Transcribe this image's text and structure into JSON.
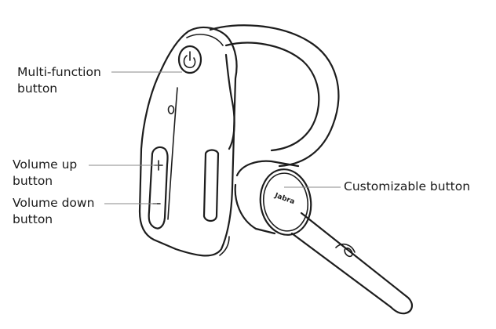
{
  "labels": {
    "multi_function_line1": "Multi-function",
    "multi_function_line2": "button",
    "volume_up_line1": "Volume up",
    "volume_up_line2": "button",
    "volume_down_line1": "Volume down",
    "volume_down_line2": "button",
    "customizable": "Customizable button"
  },
  "device": {
    "brand_text": "Jabra"
  },
  "colors": {
    "ink": "#1d1d1d",
    "leader": "#8a8a8a",
    "text": "#1a1a1a",
    "background": "#ffffff"
  }
}
